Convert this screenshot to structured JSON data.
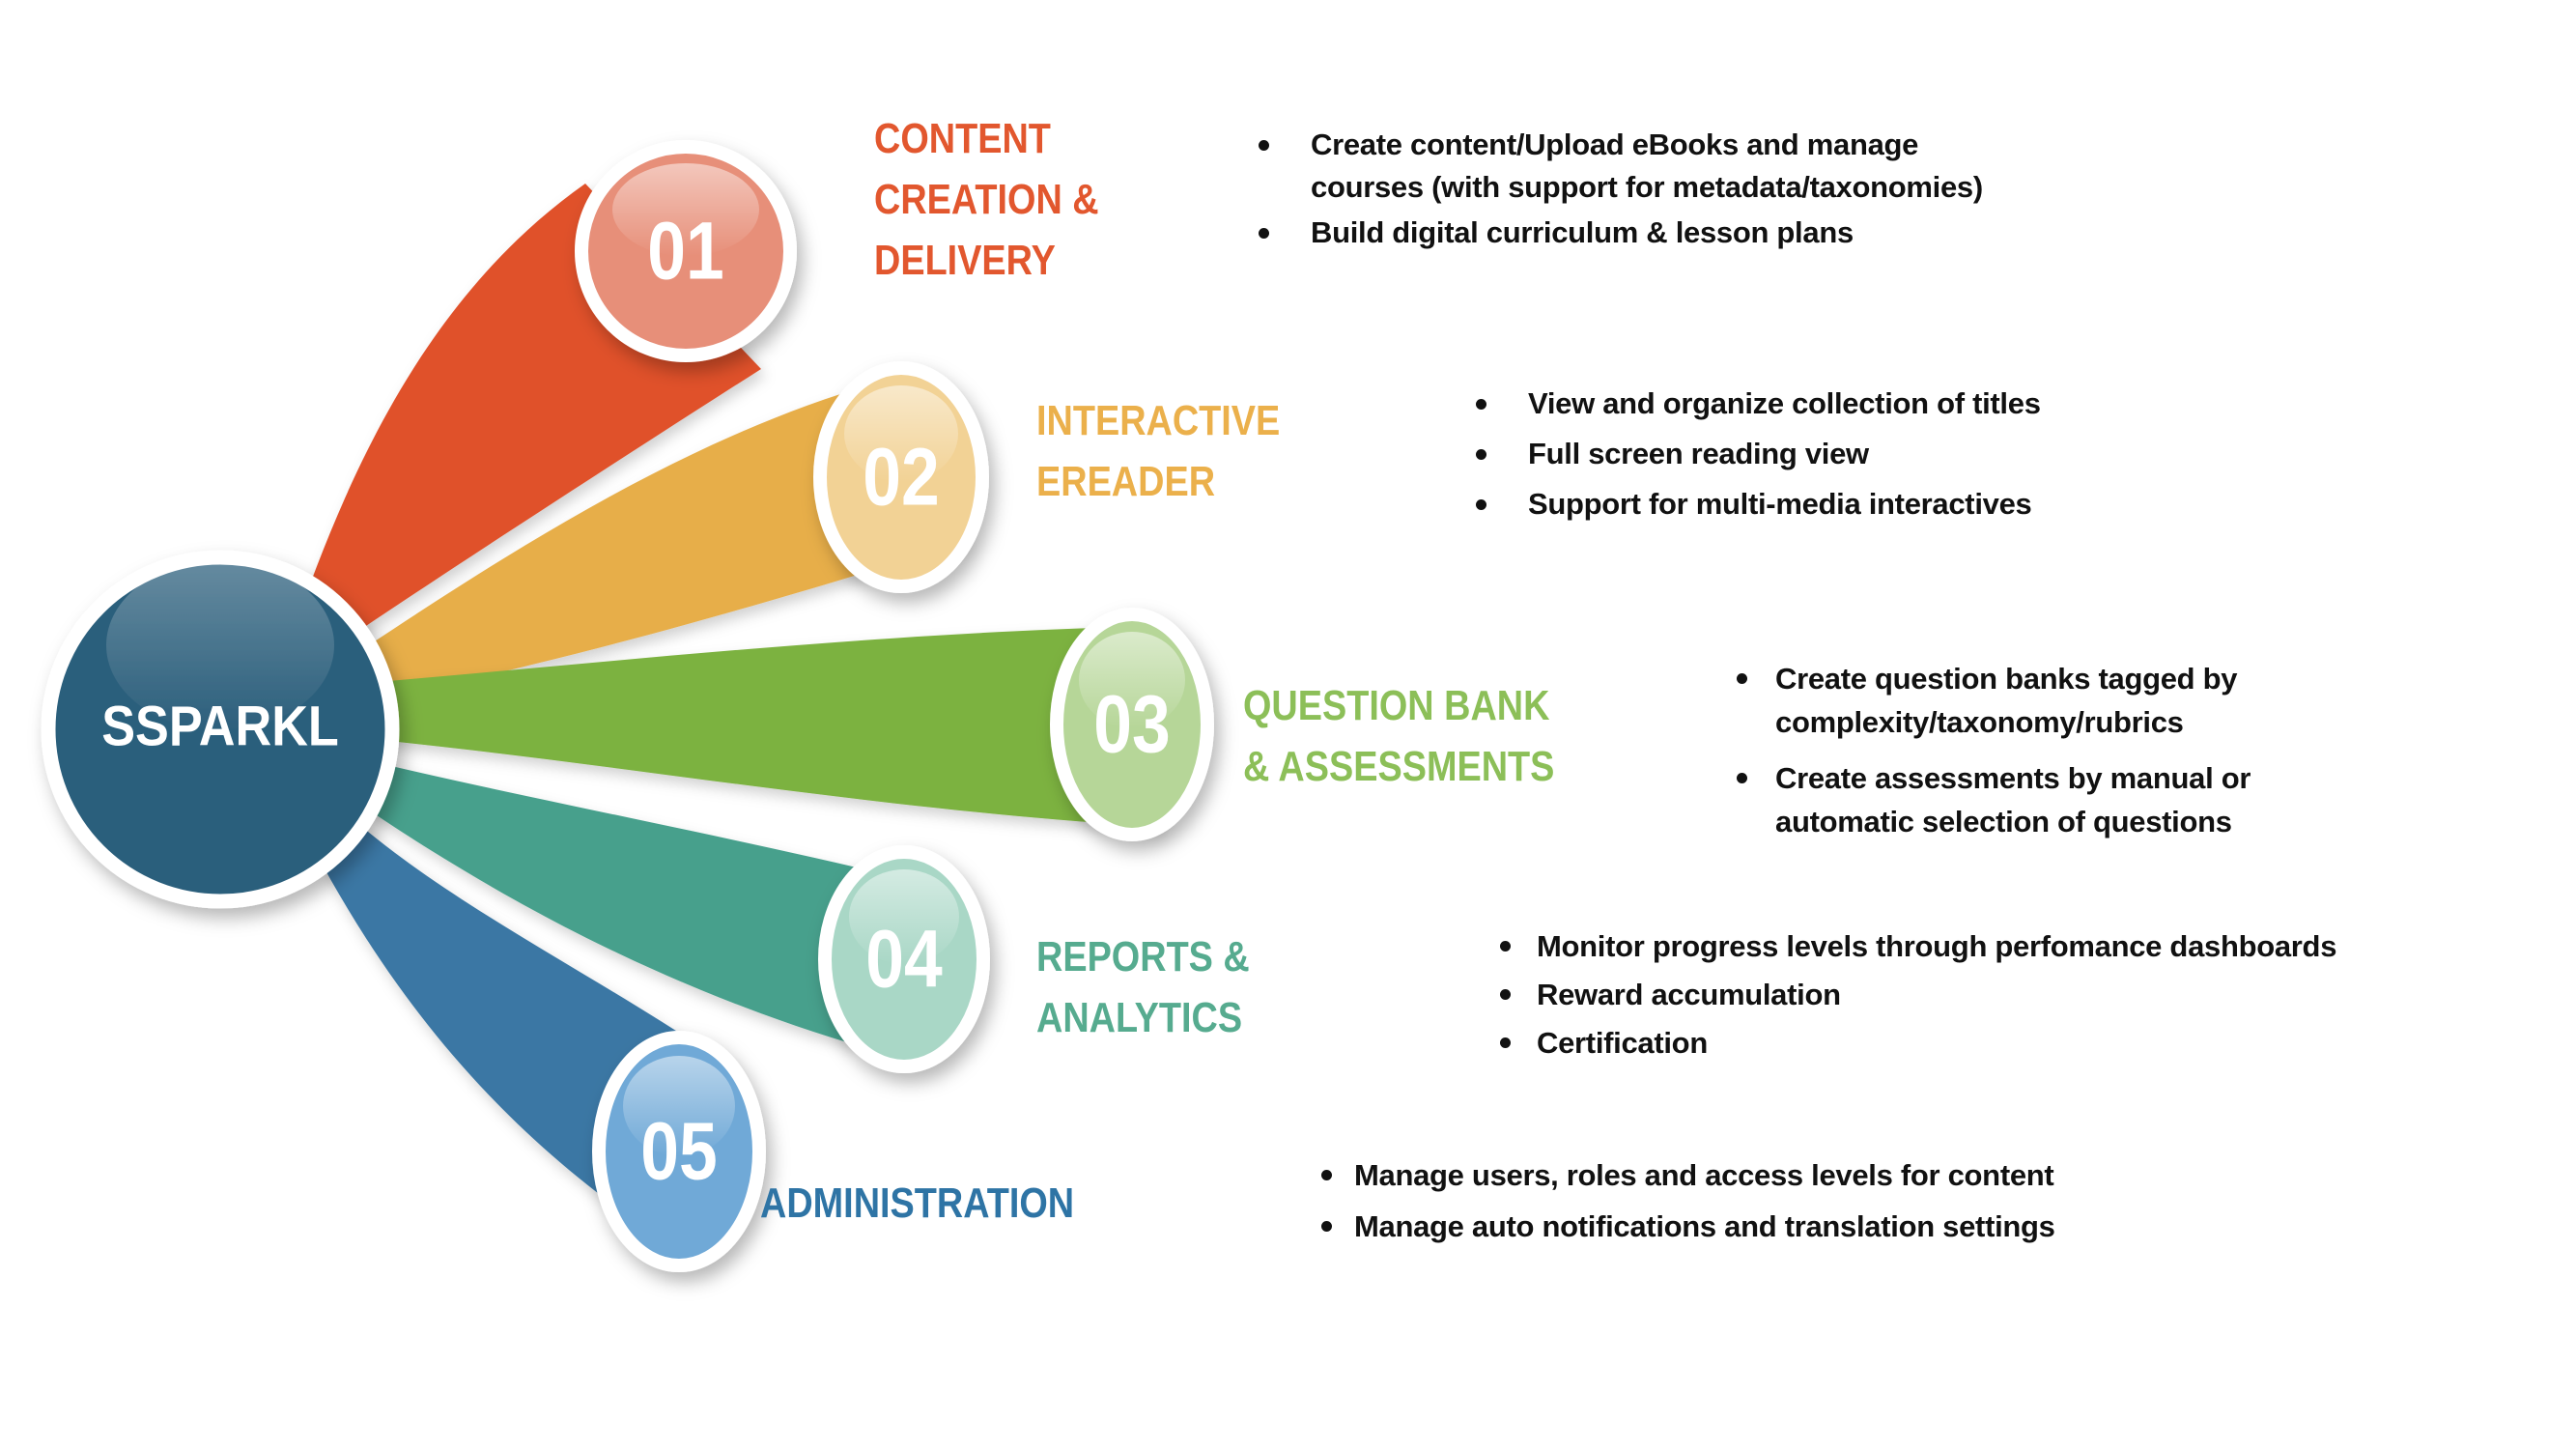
{
  "hub": {
    "label": "SSPARKL",
    "color": "#2c5f7c"
  },
  "sections": [
    {
      "number": "01",
      "title_lines": [
        "CONTENT",
        "CREATION &",
        "DELIVERY"
      ],
      "accent": "#e2572e",
      "ribbon": "#e0512b",
      "circle": "#e78f79",
      "bullets": [
        [
          "Create content/Upload eBooks and manage",
          "courses (with support for metadata/taxonomies)"
        ],
        [
          "Build digital curriculum & lesson plans"
        ]
      ]
    },
    {
      "number": "02",
      "title_lines": [
        "INTERACTIVE",
        "EREADER"
      ],
      "accent": "#ebb04b",
      "ribbon": "#e7ae4a",
      "circle": "#f2d295",
      "bullets": [
        [
          "View and organize collection of titles"
        ],
        [
          "Full screen reading view"
        ],
        [
          "Support for multi-media interactives"
        ]
      ]
    },
    {
      "number": "03",
      "title_lines": [
        "QUESTION BANK",
        "& ASSESSMENTS"
      ],
      "accent": "#8cbf58",
      "ribbon": "#7cb23f",
      "circle": "#b6d698",
      "bullets": [
        [
          "Create question banks tagged by",
          "complexity/taxonomy/rubrics"
        ],
        [
          "Create assessments by manual or",
          "automatic selection of questions"
        ]
      ]
    },
    {
      "number": "04",
      "title_lines": [
        "REPORTS &",
        "ANALYTICS"
      ],
      "accent": "#56ab8f",
      "ribbon": "#46a08c",
      "circle": "#a9d7c6",
      "bullets": [
        [
          "Monitor progress levels through perfomance dashboards"
        ],
        [
          "Reward accumulation"
        ],
        [
          "Certification"
        ]
      ]
    },
    {
      "number": "05",
      "title_lines": [
        "ADMINISTRATION"
      ],
      "accent": "#2e74a5",
      "ribbon": "#3a77a4",
      "circle": "#70a9d7",
      "bullets": [
        [
          "Manage users, roles and access levels for content"
        ],
        [
          "Manage auto notifications and translation settings"
        ]
      ]
    }
  ]
}
